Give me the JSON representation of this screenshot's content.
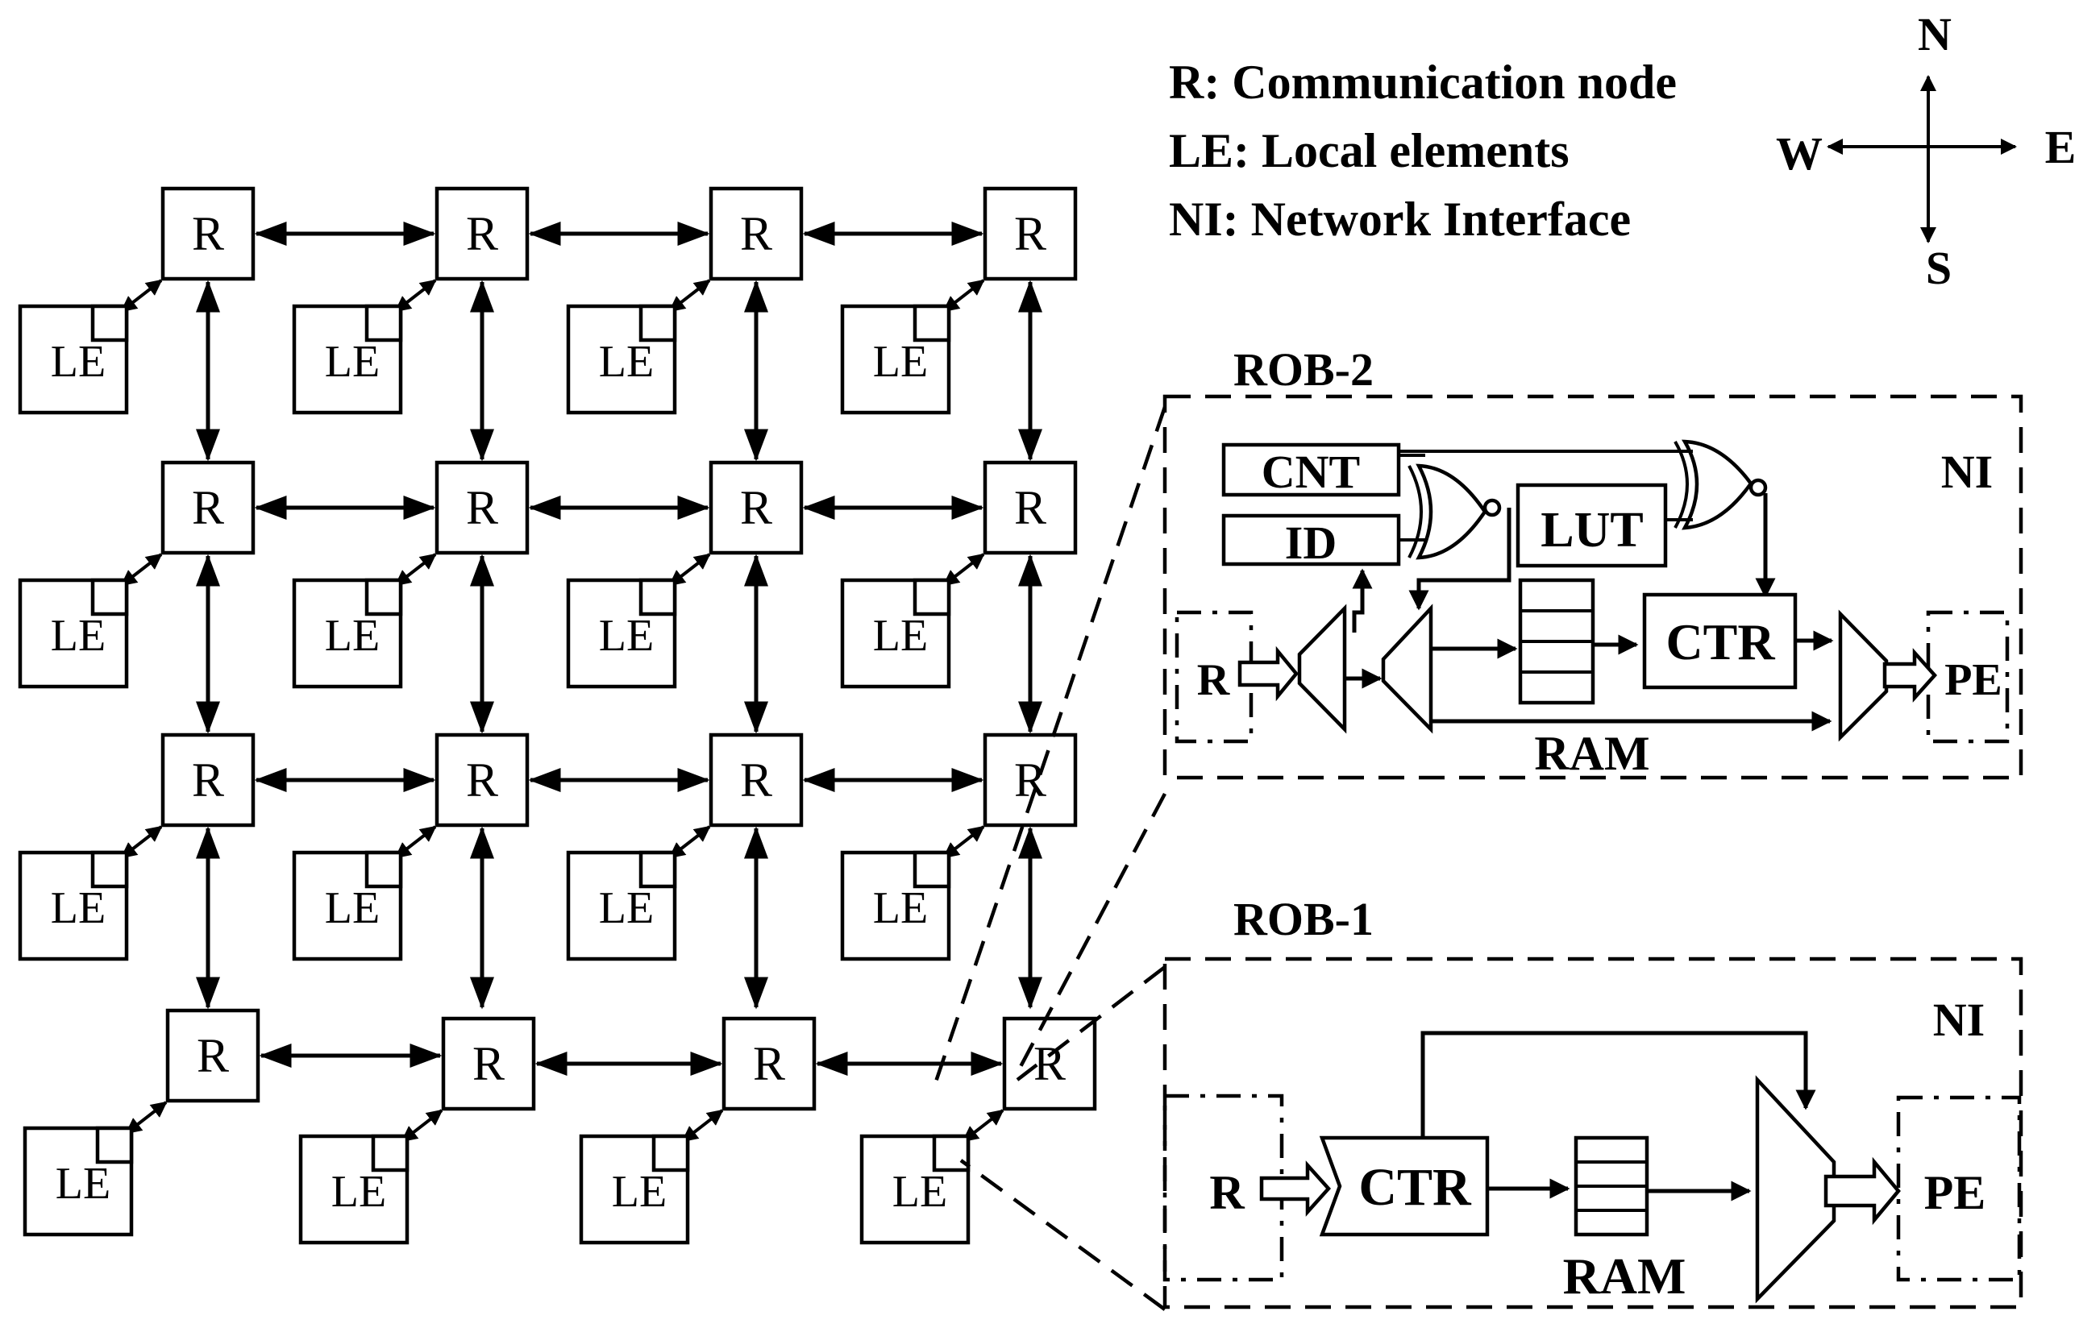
{
  "legend": {
    "r": "R: Communication node",
    "le": "LE: Local elements",
    "ni": "NI: Network Interface"
  },
  "compass": {
    "n": "N",
    "s": "S",
    "e": "E",
    "w": "W"
  },
  "grid": {
    "router_label": "R",
    "local_label": "LE"
  },
  "rob2": {
    "title": "ROB-2",
    "ni": "NI",
    "cnt": "CNT",
    "id": "ID",
    "lut": "LUT",
    "ctr": "CTR",
    "ram": "RAM",
    "r": "R",
    "pe": "PE"
  },
  "rob1": {
    "title": "ROB-1",
    "ni": "NI",
    "ctr": "CTR",
    "ram": "RAM",
    "r": "R",
    "pe": "PE"
  }
}
